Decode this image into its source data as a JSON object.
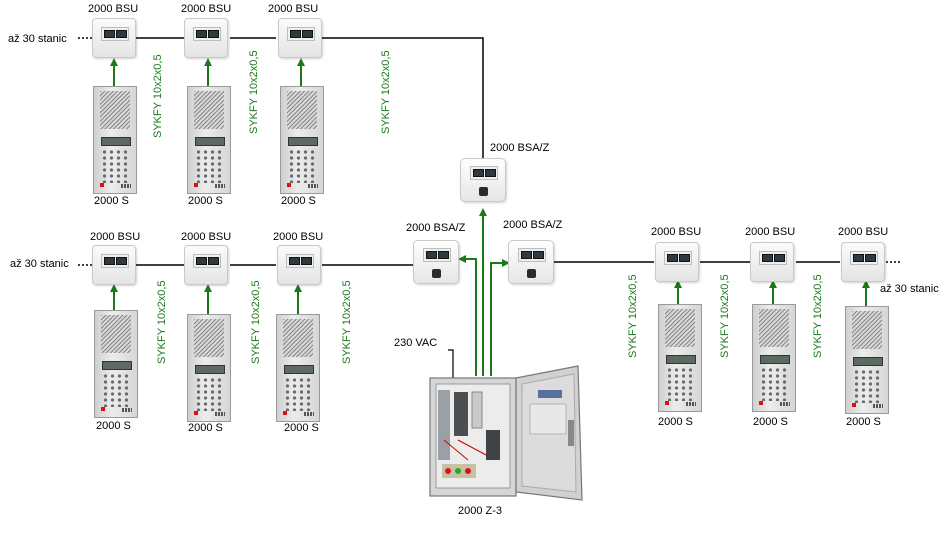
{
  "labels": {
    "bsu": "2000 BSU",
    "station": "2000 S",
    "cable": "SYKFY 10x2x0,5",
    "bsaz": "2000 BSA/Z",
    "max_stations": "až 30 stanic",
    "power": "230 VAC",
    "controller": "2000 Z-3"
  },
  "colors": {
    "arrow": "#1a7a1a",
    "text_green": "#1a7a1a",
    "wire": "#000000",
    "cabinet": "#d9d9d9"
  }
}
